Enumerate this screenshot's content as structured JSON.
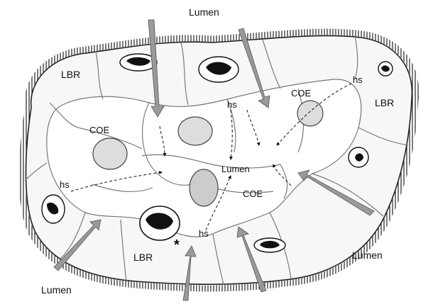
{
  "labels": {
    "lumen_top": "Lumen",
    "lumen_center": "Lumen",
    "lumen_right": "Lumen",
    "lumen_bottom_left": "Lumen",
    "lbr_left": "LBR",
    "lbr_right": "LBR",
    "lbr_bottom": "LBR",
    "coe_left": "COE",
    "coe_right": "COE",
    "coe_center": "COE",
    "hs_top": "hs",
    "hs_top_right": "hs",
    "hs_left": "hs",
    "hs_bottom": "hs",
    "asterisk": "*"
  }
}
